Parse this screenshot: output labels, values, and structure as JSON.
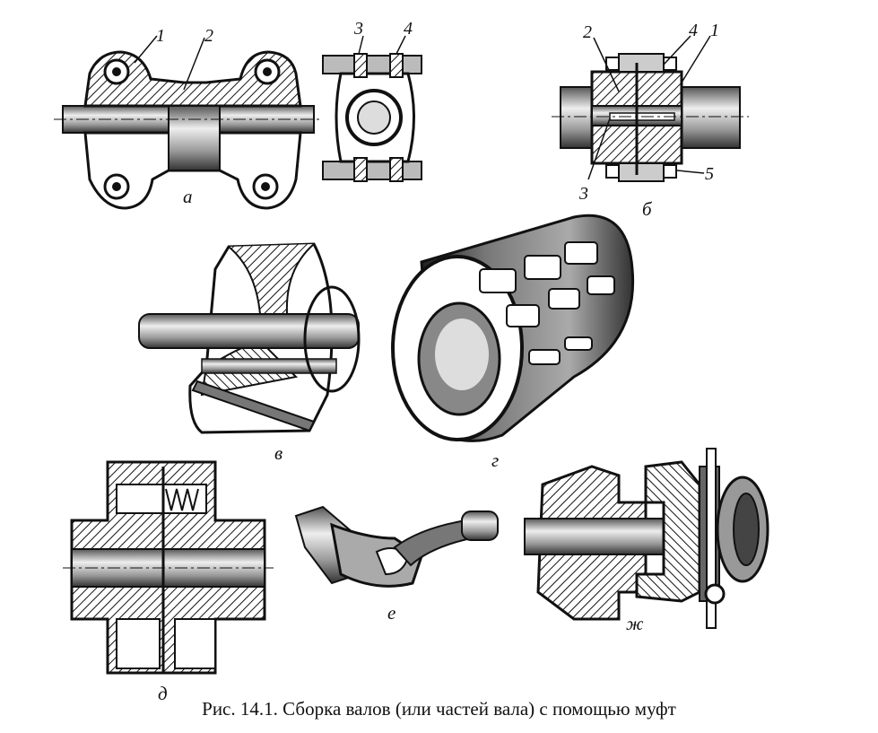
{
  "figure": {
    "caption": "Рис. 14.1. Сборка валов (или частей вала) с помощью муфт",
    "sublabels": {
      "a": "а",
      "b": "б",
      "v": "в",
      "g": "г",
      "d": "д",
      "e": "е",
      "zh": "ж"
    },
    "part_labels_a": [
      "1",
      "2",
      "3",
      "4"
    ],
    "part_labels_b": [
      "2",
      "4",
      "1",
      "3",
      "5"
    ]
  }
}
